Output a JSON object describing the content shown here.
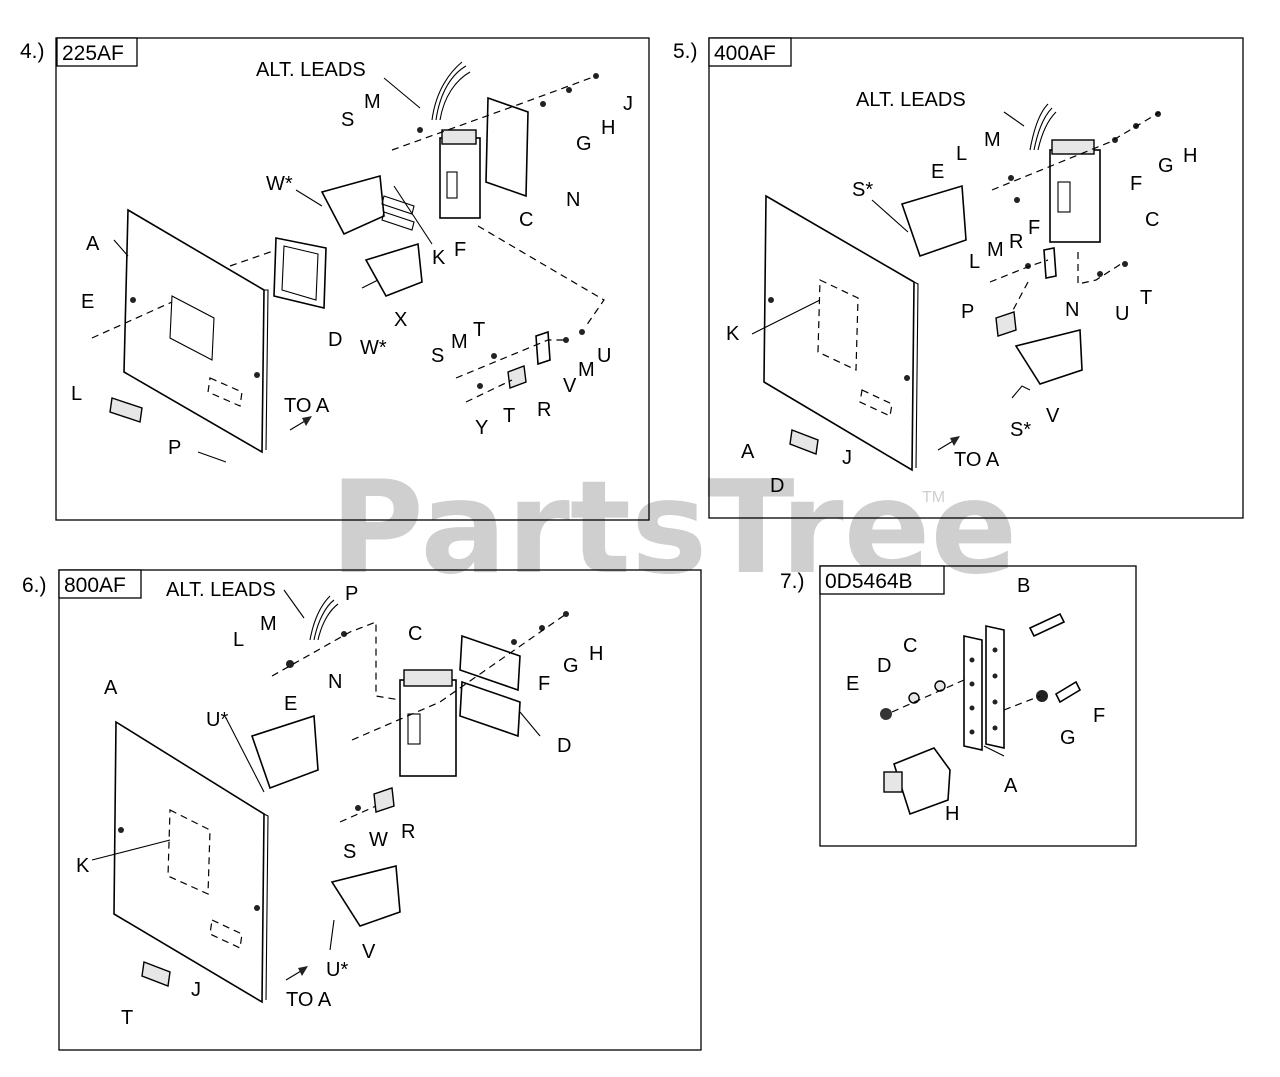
{
  "watermark": {
    "text": "PartsTree",
    "trademark": "TM"
  },
  "panels": [
    {
      "number": "4.)",
      "code": "225AF",
      "labels": {
        "alt_leads": "ALT. LEADS",
        "S": "S",
        "M": "M",
        "J": "J",
        "H": "H",
        "G": "G",
        "N": "N",
        "C": "C",
        "F": "F",
        "K": "K",
        "W1": "W*",
        "W2": "W*",
        "X": "X",
        "A": "A",
        "E": "E",
        "D": "D",
        "L": "L",
        "P": "P",
        "to_a": "TO A",
        "T1": "T",
        "M2": "M",
        "S2": "S",
        "U": "U",
        "M3": "M",
        "V": "V",
        "R": "R",
        "T2": "T",
        "Y": "Y"
      }
    },
    {
      "number": "5.)",
      "code": "400AF",
      "labels": {
        "alt_leads": "ALT. LEADS",
        "L": "L",
        "M": "M",
        "E": "E",
        "F": "F",
        "G": "G",
        "H": "H",
        "C": "C",
        "S1": "S*",
        "F2": "F",
        "L2": "L",
        "M2": "M",
        "R": "R",
        "N": "N",
        "U": "U",
        "T": "T",
        "P": "P",
        "K": "K",
        "A": "A",
        "D": "D",
        "J": "J",
        "to_a": "TO A",
        "V": "V",
        "S2": "S*"
      }
    },
    {
      "number": "6.)",
      "code": "800AF",
      "labels": {
        "alt_leads": "ALT. LEADS",
        "P": "P",
        "C": "C",
        "L": "L",
        "M": "M",
        "N": "N",
        "H": "H",
        "G": "G",
        "F": "F",
        "D": "D",
        "A": "A",
        "U1": "U*",
        "E": "E",
        "R": "R",
        "W": "W",
        "S": "S",
        "K": "K",
        "U2": "U*",
        "V": "V",
        "T": "T",
        "J": "J",
        "to_a": "TO A"
      }
    },
    {
      "number": "7.)",
      "code": "0D5464B",
      "labels": {
        "B": "B",
        "C": "C",
        "D": "D",
        "E": "E",
        "F": "F",
        "G": "G",
        "A": "A",
        "H": "H"
      }
    }
  ]
}
